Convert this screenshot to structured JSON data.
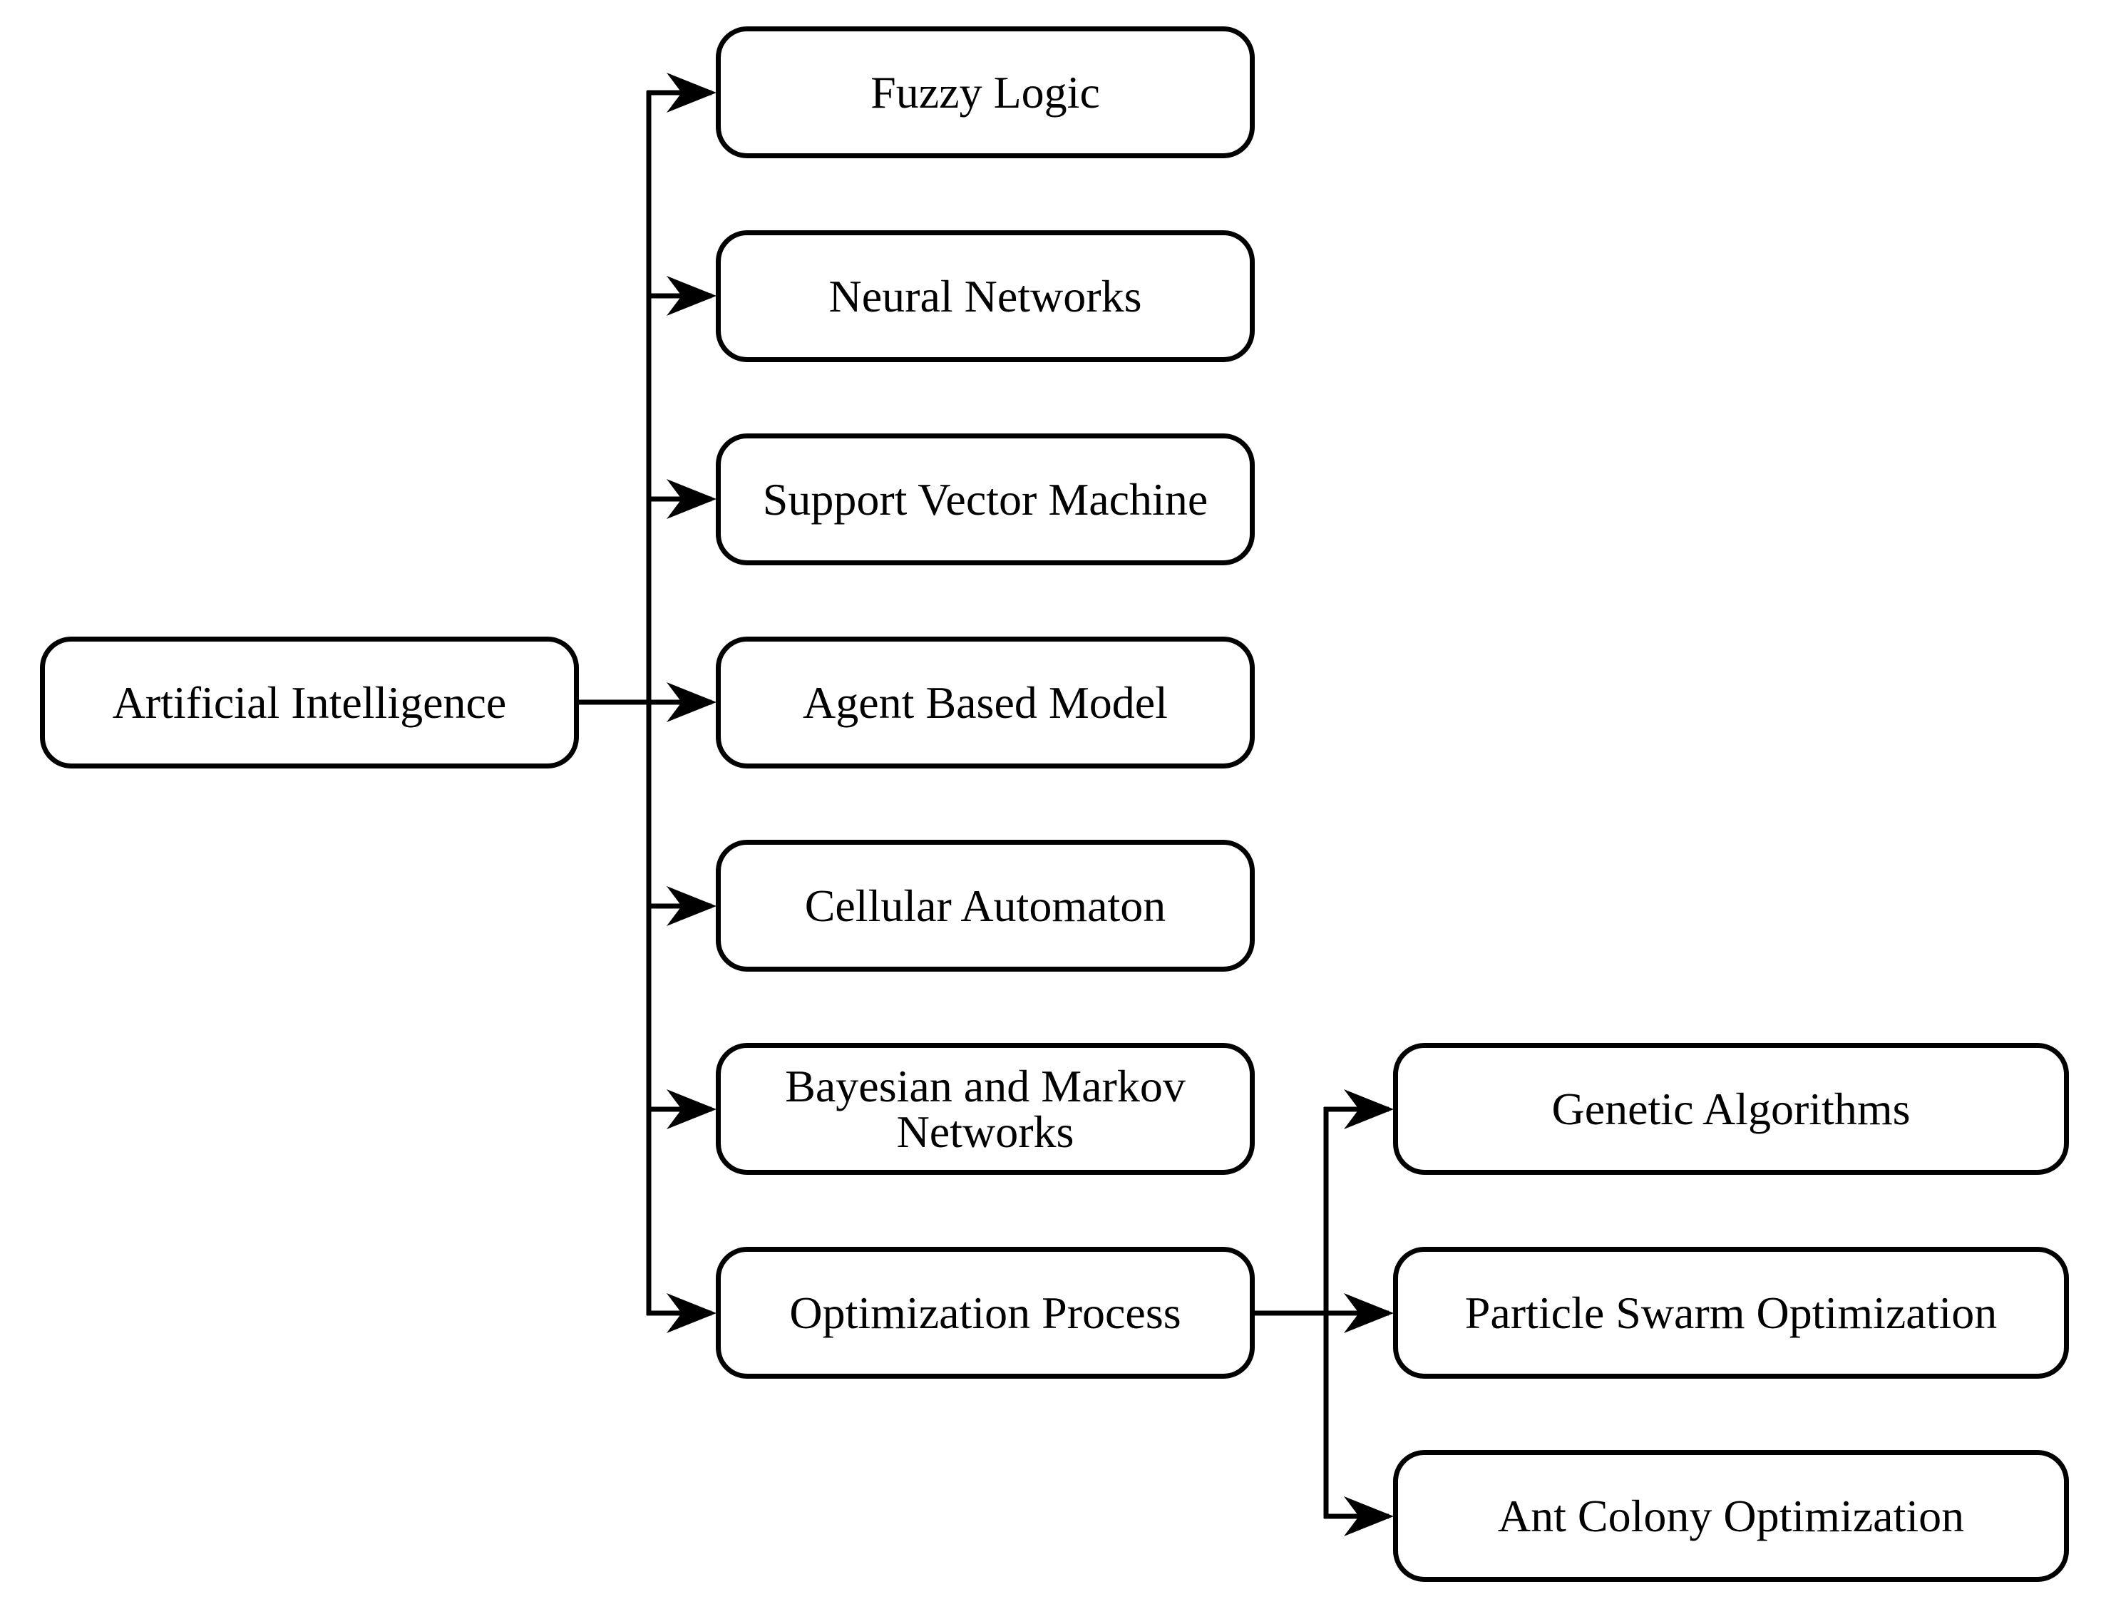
{
  "nodes": {
    "root": "Artificial Intelligence",
    "fuzzy_logic": "Fuzzy Logic",
    "neural_networks": "Neural Networks",
    "support_vector_machine": "Support Vector Machine",
    "agent_based_model": "Agent Based Model",
    "cellular_automaton": "Cellular Automaton",
    "bayesian_markov": "Bayesian and Markov\nNetworks",
    "optimization_process": "Optimization Process",
    "genetic_algorithms": "Genetic Algorithms",
    "particle_swarm": "Particle Swarm Optimization",
    "ant_colony": "Ant Colony Optimization"
  },
  "edges": [
    {
      "from": "root",
      "to": "fuzzy_logic"
    },
    {
      "from": "root",
      "to": "neural_networks"
    },
    {
      "from": "root",
      "to": "support_vector_machine"
    },
    {
      "from": "root",
      "to": "agent_based_model"
    },
    {
      "from": "root",
      "to": "cellular_automaton"
    },
    {
      "from": "root",
      "to": "bayesian_markov"
    },
    {
      "from": "root",
      "to": "optimization_process"
    },
    {
      "from": "optimization_process",
      "to": "genetic_algorithms"
    },
    {
      "from": "optimization_process",
      "to": "particle_swarm"
    },
    {
      "from": "optimization_process",
      "to": "ant_colony"
    }
  ],
  "colors": {
    "stroke": "#000000",
    "fill": "#ffffff"
  }
}
